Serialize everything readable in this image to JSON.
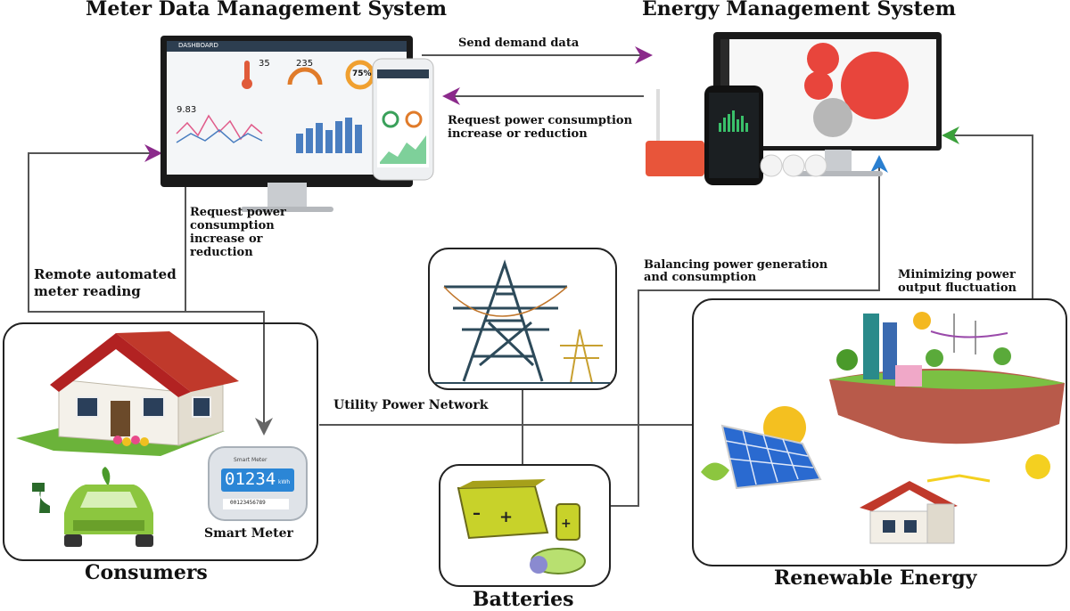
{
  "titles": {
    "mdms": "Meter Data Management System",
    "ems": "Energy Management System",
    "consumers": "Consumers",
    "batteries": "Batteries",
    "renewable": "Renewable Energy"
  },
  "labels": {
    "send_demand": "Send demand data",
    "request_top_1": "Request power consumption",
    "request_top_2": "increase or reduction",
    "request_left_1": "Request power",
    "request_left_2": "consumption",
    "request_left_3": "increase or",
    "request_left_4": "reduction",
    "remote_1": "Remote automated",
    "remote_2": "meter reading",
    "balancing_1": "Balancing power generation",
    "balancing_2": "and consumption",
    "minimizing_1": "Minimizing power",
    "minimizing_2": "output fluctuation",
    "utility": "Utility Power Network",
    "smart_meter": "Smart Meter"
  },
  "mdms_screen": {
    "header": "DASHBOARD",
    "temp": "35",
    "voltage": "235",
    "load": "75%",
    "generation": "9.83"
  },
  "smart_meter_display": {
    "brand": "Smart Meter",
    "reading": "01234",
    "unit": "kWh",
    "serial": "00123456789"
  },
  "colors": {
    "arrow_line": "#555555",
    "arrow_purple": "#8b2a8b",
    "arrow_green": "#3aa03a",
    "arrow_blue": "#2a7fd0",
    "house_roof": "#b22222",
    "battery": "#c8d22a",
    "car": "#8cc63f",
    "bubble_red": "#e8453c",
    "bubble_grey": "#b7b7b7"
  }
}
